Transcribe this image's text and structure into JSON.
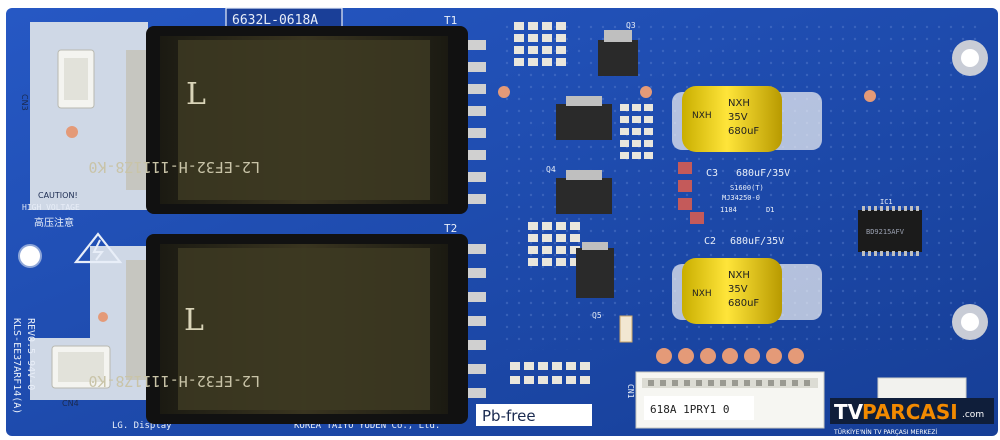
{
  "board": {
    "part_number": "6632L-0618A",
    "transformer_top": "T1",
    "transformer_bottom": "T2",
    "connector_top": "CN3",
    "connector_bottom": "CN4",
    "connector_right": "CN1",
    "caution_line1": "CAUTION!",
    "caution_line2": "HIGH VOLTAGE",
    "caution_cjk": "高压注意",
    "model_line1": "KLS-EE37ARF14(A)",
    "model_line2": "REV0.5 94V-0",
    "lg_label": "LG. Display",
    "maker_label": "KOREA TAIYO YUDEN Co., Ltd.",
    "pbfree": "Pb-free",
    "sticker": "618A  1PRY1 0",
    "transformer_code": "L2-EF32-H-1111Z8-K0",
    "transformer_mark": "L",
    "q3": "Q3",
    "q4": "Q4",
    "q5": "Q5",
    "ic1": "IC1",
    "d1": "D1",
    "c3_label": "C3",
    "c2_label": "C2",
    "cap_rating": "680uF/35V",
    "cap_text": [
      "NXH",
      "35V",
      "680uF"
    ],
    "ic_label": "BD9215AFV",
    "diode_label": "S1600(T)",
    "diode_sub": "MJ34250-0",
    "code_1184": "1184"
  },
  "watermark": {
    "brand_a": "TV",
    "brand_b": "PARCASI",
    "brand_tld": ".com",
    "tagline": "TÜRKİYE'NİN TV PARÇASI MERKEZİ"
  },
  "colors": {
    "pcb_blue": "#1f4fb4",
    "pcb_dark": "#16398a",
    "silk_white": "#e8eef8",
    "copper_pad": "#e49a78",
    "transformer_core": "#2f2c1a",
    "capacitor_yellow": "#f2d400",
    "brand_orange": "#f28a00"
  }
}
